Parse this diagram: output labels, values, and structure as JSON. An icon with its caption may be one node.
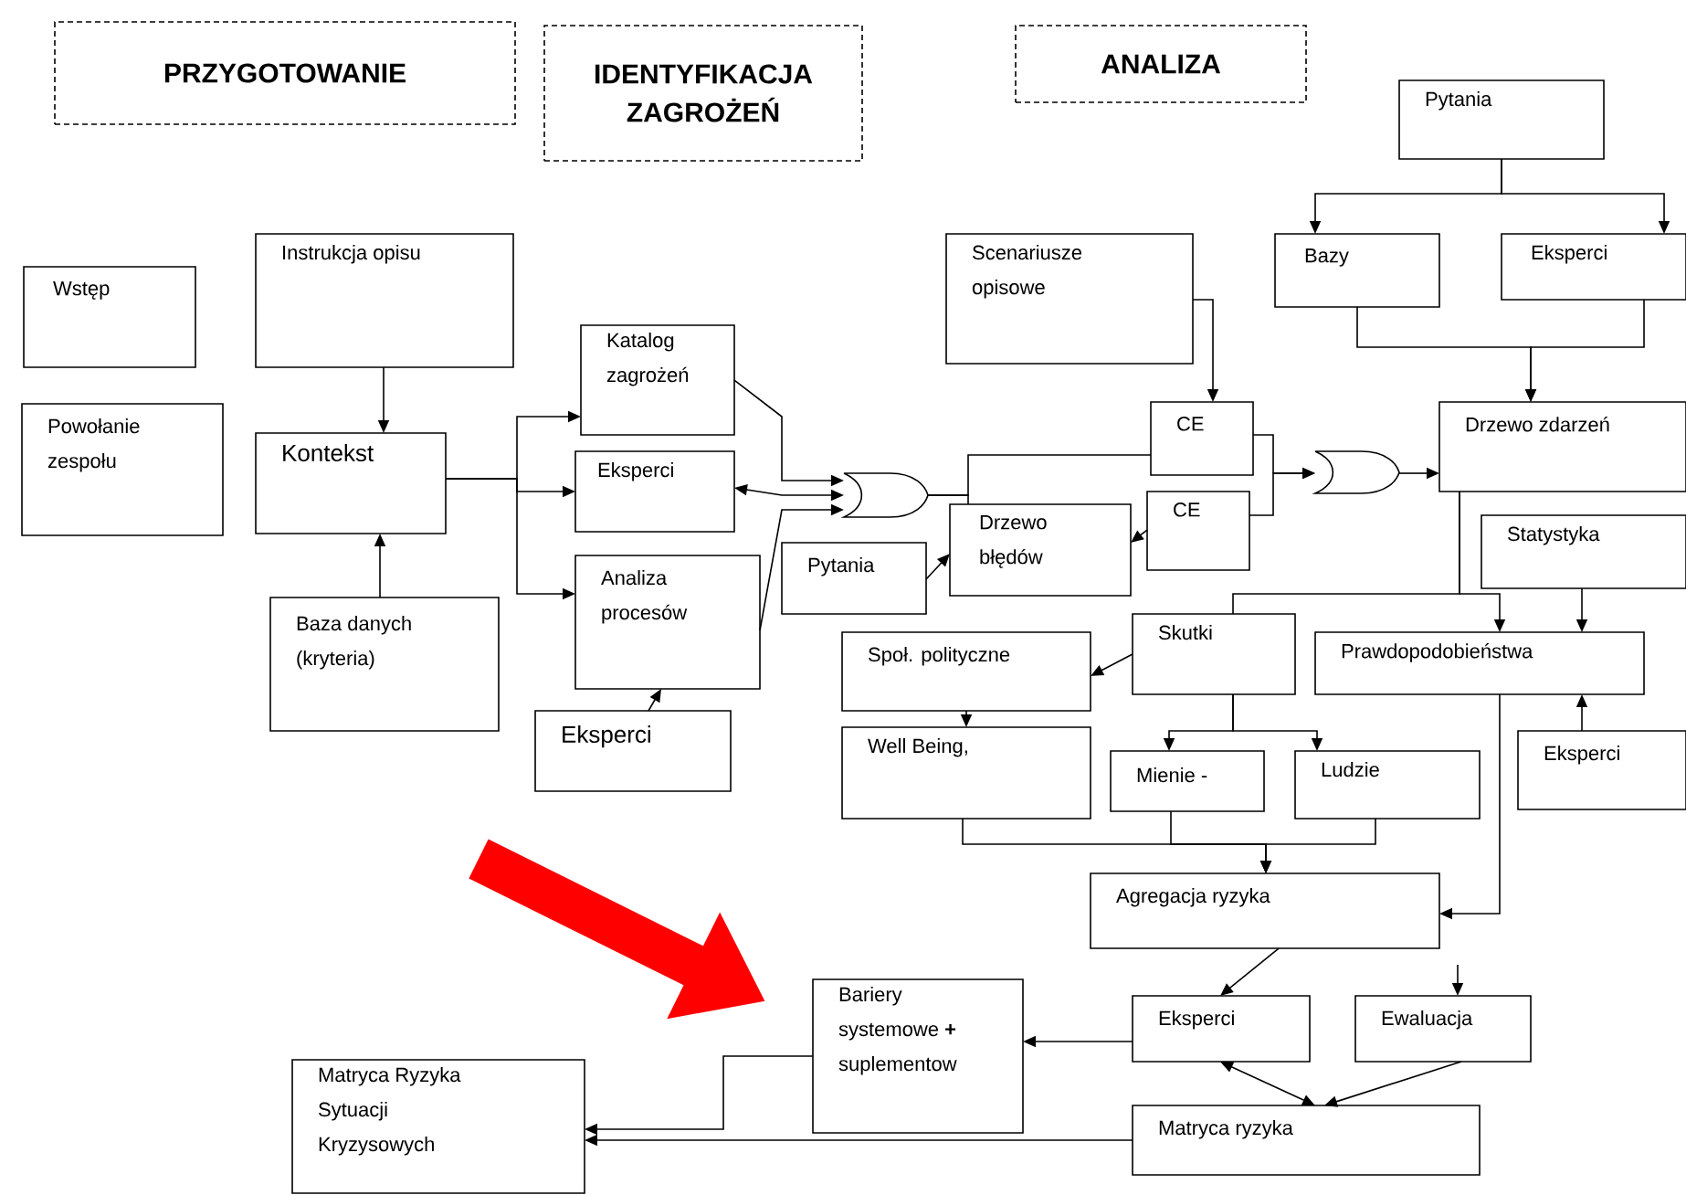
{
  "diagram": {
    "nodes": [
      {
        "text": [
          "PRZYGOTOWANIE"
        ]
      },
      {
        "text": [
          "IDENTYFIKACJA ZAGROŻEŃ"
        ]
      },
      {
        "text": [
          "ANALIZA"
        ]
      },
      {
        "text": [
          "Wstęp"
        ]
      },
      {
        "text": [
          "Powołanie zespołu"
        ]
      },
      {
        "text": [
          "Instrukcja opisu"
        ]
      },
      {
        "text": [
          "Kontekst"
        ]
      },
      {
        "text": [
          "Baza danych (kryteria)"
        ]
      },
      {
        "text": [
          "Katalog zagrożeń"
        ]
      },
      {
        "text": [
          "Eksperci"
        ]
      },
      {
        "text": [
          "Analiza procesów"
        ]
      },
      {
        "text": [
          "Eksperci"
        ]
      },
      {
        "text": [],
        "shape": "gate"
      },
      {
        "text": [
          "Pytania"
        ]
      },
      {
        "text": [
          "Drzewo błędów"
        ]
      },
      {
        "text": [
          "Scenariusze opisowe"
        ]
      },
      {
        "text": [
          "CE"
        ]
      },
      {
        "text": [
          "CE"
        ]
      },
      {
        "text": [],
        "shape": "gate"
      },
      {
        "text": [
          "Pytania"
        ]
      },
      {
        "text": [
          "Bazy"
        ]
      },
      {
        "text": [
          "Eksperci"
        ]
      },
      {
        "text": [
          "Drzewo zdarzeń"
        ]
      },
      {
        "text": [
          "Statystyka"
        ]
      },
      {
        "text": [
          "Skutki"
        ]
      },
      {
        "text": [
          "Społ. polityczne"
        ]
      },
      {
        "text": [
          "Prawdopodobieństwa"
        ]
      },
      {
        "text": [
          "Well Being,"
        ]
      },
      {
        "text": [
          "Mienie -"
        ]
      },
      {
        "text": [
          "Ludzie"
        ]
      },
      {
        "text": [
          "Eksperci"
        ]
      },
      {
        "text": [
          "Agregacja ryzyka"
        ]
      },
      {
        "text": [
          "Bariery systemowe **+** suplementow"
        ]
      },
      {
        "text": [
          "Eksperci"
        ]
      },
      {
        "text": [
          "Ewaluacja"
        ]
      },
      {
        "text": [
          "Matryca ryzyka"
        ]
      },
      {
        "text": [
          "Matryca Ryzyka Sytuacji Kryzysowych"
        ]
      }
    ],
    "edges": [
      {
        "from": 5,
        "to": 6,
        "arrow": "to"
      },
      {
        "from": 7,
        "to": 6,
        "arrow": "to"
      },
      {
        "from": 6,
        "to": 8,
        "arrow": "to"
      },
      {
        "from": 6,
        "to": 9,
        "arrow": "to"
      },
      {
        "from": 6,
        "to": 10,
        "arrow": "to"
      },
      {
        "from": 8,
        "to": 12,
        "arrow": "to"
      },
      {
        "from": 9,
        "to": 12,
        "arrow": "both"
      },
      {
        "from": 10,
        "to": 12,
        "arrow": "to"
      },
      {
        "from": 11,
        "to": 10,
        "arrow": "to"
      },
      {
        "from": 13,
        "to": 14,
        "arrow": "to"
      },
      {
        "from": 12,
        "to": 16,
        "arrow": "none"
      },
      {
        "from": 12,
        "to": 14,
        "arrow": "none"
      },
      {
        "from": 15,
        "to": 16,
        "arrow": "to"
      },
      {
        "from": 17,
        "to": 14,
        "arrow": "to"
      },
      {
        "from": 16,
        "to": 18,
        "arrow": "to"
      },
      {
        "from": 17,
        "to": 18,
        "arrow": "to"
      },
      {
        "from": 18,
        "to": 22,
        "arrow": "to"
      },
      {
        "from": 19,
        "to": 20,
        "arrow": "to"
      },
      {
        "from": 19,
        "to": 21,
        "arrow": "to"
      },
      {
        "from": 20,
        "to": 22,
        "arrow": "to"
      },
      {
        "from": 21,
        "to": 22,
        "arrow": "to"
      },
      {
        "from": 22,
        "to": 24,
        "arrow": "none"
      },
      {
        "from": 22,
        "to": 26,
        "arrow": "to"
      },
      {
        "from": 23,
        "to": 26,
        "arrow": "to"
      },
      {
        "from": 24,
        "to": 25,
        "arrow": "to"
      },
      {
        "from": 24,
        "to": 28,
        "arrow": "to"
      },
      {
        "from": 24,
        "to": 29,
        "arrow": "to"
      },
      {
        "from": 25,
        "to": 27,
        "arrow": "to"
      },
      {
        "from": 27,
        "to": 31,
        "arrow": "to"
      },
      {
        "from": 28,
        "to": 31,
        "arrow": "to"
      },
      {
        "from": 29,
        "to": 31,
        "arrow": "to"
      },
      {
        "from": 26,
        "to": 31,
        "arrow": "to"
      },
      {
        "from": 30,
        "to": 26,
        "arrow": "to"
      },
      {
        "from": 31,
        "to": 33,
        "arrow": "to"
      },
      {
        "from": null,
        "to": 34,
        "arrow": "to"
      },
      {
        "from": 33,
        "to": 35,
        "arrow": "both"
      },
      {
        "from": 34,
        "to": 35,
        "arrow": "to"
      },
      {
        "from": 33,
        "to": 32,
        "arrow": "to"
      },
      {
        "from": 32,
        "to": 36,
        "arrow": "to"
      },
      {
        "from": 35,
        "to": 36,
        "arrow": "to"
      },
      {
        "from": null,
        "to": 32,
        "arrow": "to",
        "style": "thick",
        "color": "#ff0000"
      }
    ]
  }
}
